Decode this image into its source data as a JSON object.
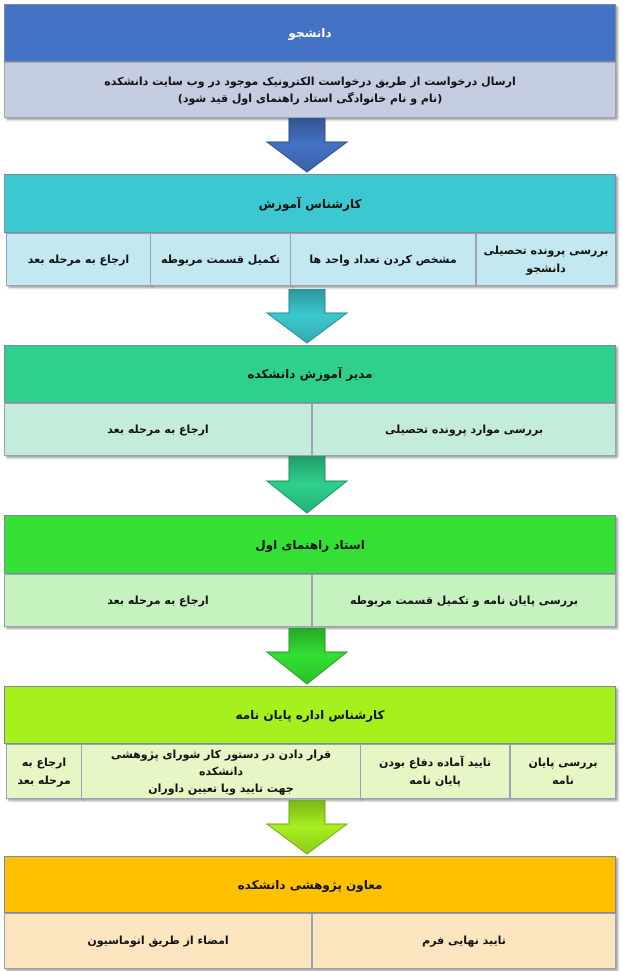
{
  "stages": [
    {
      "title": "دانشجو",
      "header_color": "#4472c4",
      "cell_color": "#c5cde0",
      "cells": [
        {
          "lines": [
            "ارسال درخواست از طریق درخواست الکترونیک موجود در وب سایت دانشکده",
            "(نام و نام خانوادگی استاد راهنمای اول قید شود)"
          ]
        }
      ]
    },
    {
      "title": "کارشناس آموزش",
      "header_color": "#3cc8d0",
      "cell_color": "#c4e8ef",
      "cells": [
        {
          "lines": [
            "بررسی پرونده تحصیلی",
            "دانشجو"
          ]
        },
        {
          "lines": [
            "مشخص کردن تعداد واحد ها"
          ]
        },
        {
          "lines": [
            "تکمیل قسمت مربوطه"
          ]
        },
        {
          "lines": [
            "ارجاع به مرحله بعد"
          ]
        }
      ]
    },
    {
      "title": "مدیر آموزش دانشکده",
      "header_color": "#2ed08c",
      "cell_color": "#c3ecda",
      "cells": [
        {
          "lines": [
            "بررسی موارد پرونده تحصیلی"
          ]
        },
        {
          "lines": [
            "ارجاع به مرحله بعد"
          ]
        }
      ]
    },
    {
      "title": "استاد راهنمای اول",
      "header_color": "#33e033",
      "cell_color": "#c6f2c0",
      "cells": [
        {
          "lines": [
            "بررسی پایان نامه و تکمیل قسمت مربوطه"
          ]
        },
        {
          "lines": [
            "ارجاع به مرحله بعد"
          ]
        }
      ]
    },
    {
      "title": "کارشناس اداره پایان نامه",
      "header_color": "#a6f01e",
      "cell_color": "#e6f6c4",
      "cells": [
        {
          "lines": [
            "بررسی پایان نامه"
          ]
        },
        {
          "lines": [
            "تایید آماده دفاع بودن",
            "پایان نامه"
          ]
        },
        {
          "lines": [
            "قرار دادن در دستور کار شورای پژوهشی دانشکده",
            "جهت تایید ویا تعیین داوران"
          ]
        },
        {
          "lines": [
            "ارجاع به",
            "مرحله بعد"
          ]
        }
      ]
    },
    {
      "title": "معاون پژوهشی دانشکده",
      "header_color": "#ffc000",
      "cell_color": "#fde6bf",
      "cells": [
        {
          "lines": [
            "تایید نهایی فرم"
          ]
        },
        {
          "lines": [
            "امضاء از طریق اتوماسیون"
          ]
        }
      ]
    }
  ]
}
